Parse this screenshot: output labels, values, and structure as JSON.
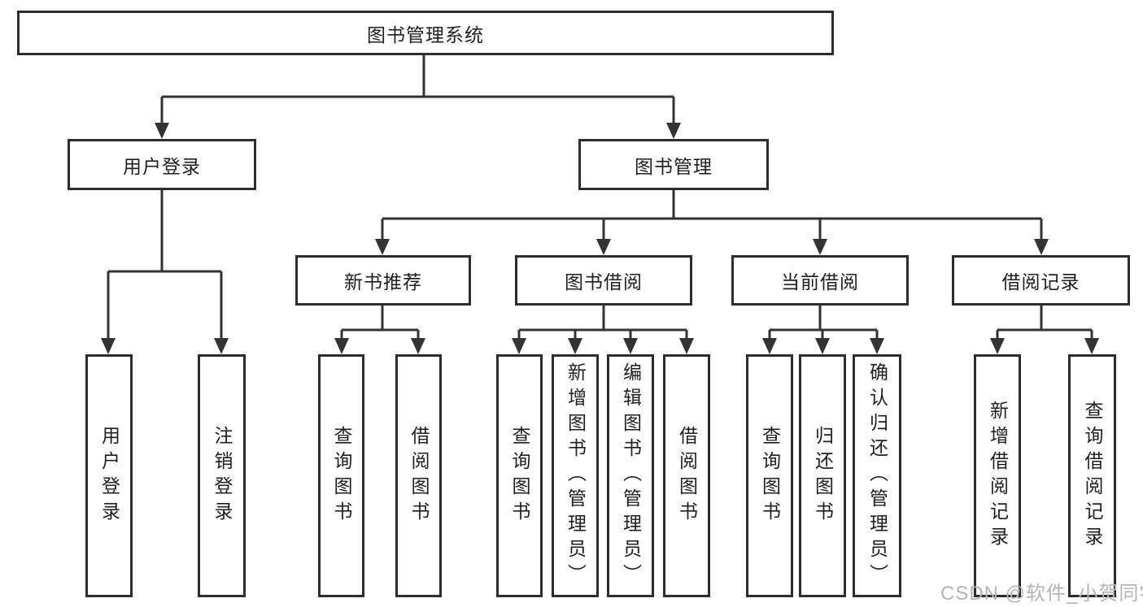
{
  "tree": {
    "root": {
      "label": "图书管理系统"
    },
    "level2": {
      "userLogin": {
        "label": "用户登录"
      },
      "bookMgmt": {
        "label": "图书管理"
      }
    },
    "level3": {
      "newBooks": {
        "label": "新书推荐"
      },
      "bookBorrow": {
        "label": "图书借阅"
      },
      "currentBorrow": {
        "label": "当前借阅"
      },
      "borrowRecords": {
        "label": "借阅记录"
      }
    },
    "leaves": {
      "loginLeaf": {
        "label": "用户登录"
      },
      "logoutLeaf": {
        "label": "注销登录"
      },
      "nbQuery": {
        "label": "查询图书"
      },
      "nbBorrow": {
        "label": "借阅图书"
      },
      "bbQuery": {
        "label": "查询图书"
      },
      "bbAdd": {
        "label": "新增图书（管理员）"
      },
      "bbEdit": {
        "label": "编辑图书（管理员）"
      },
      "bbBorrow": {
        "label": "借阅图书"
      },
      "cbQuery": {
        "label": "查询图书"
      },
      "cbReturn": {
        "label": "归还图书"
      },
      "cbConfirm": {
        "label": "确认归还（管理员）"
      },
      "brAdd": {
        "label": "新增借阅记录"
      },
      "brQuery": {
        "label": "查询借阅记录"
      }
    }
  },
  "watermark": {
    "text": "CSDN @软件_小贺同学"
  },
  "colors": {
    "line": "#333333",
    "boxBorder": "#2d2d2d",
    "text": "#1f1f1f",
    "watermark": "#b4b4b4",
    "background": "#ffffff"
  }
}
